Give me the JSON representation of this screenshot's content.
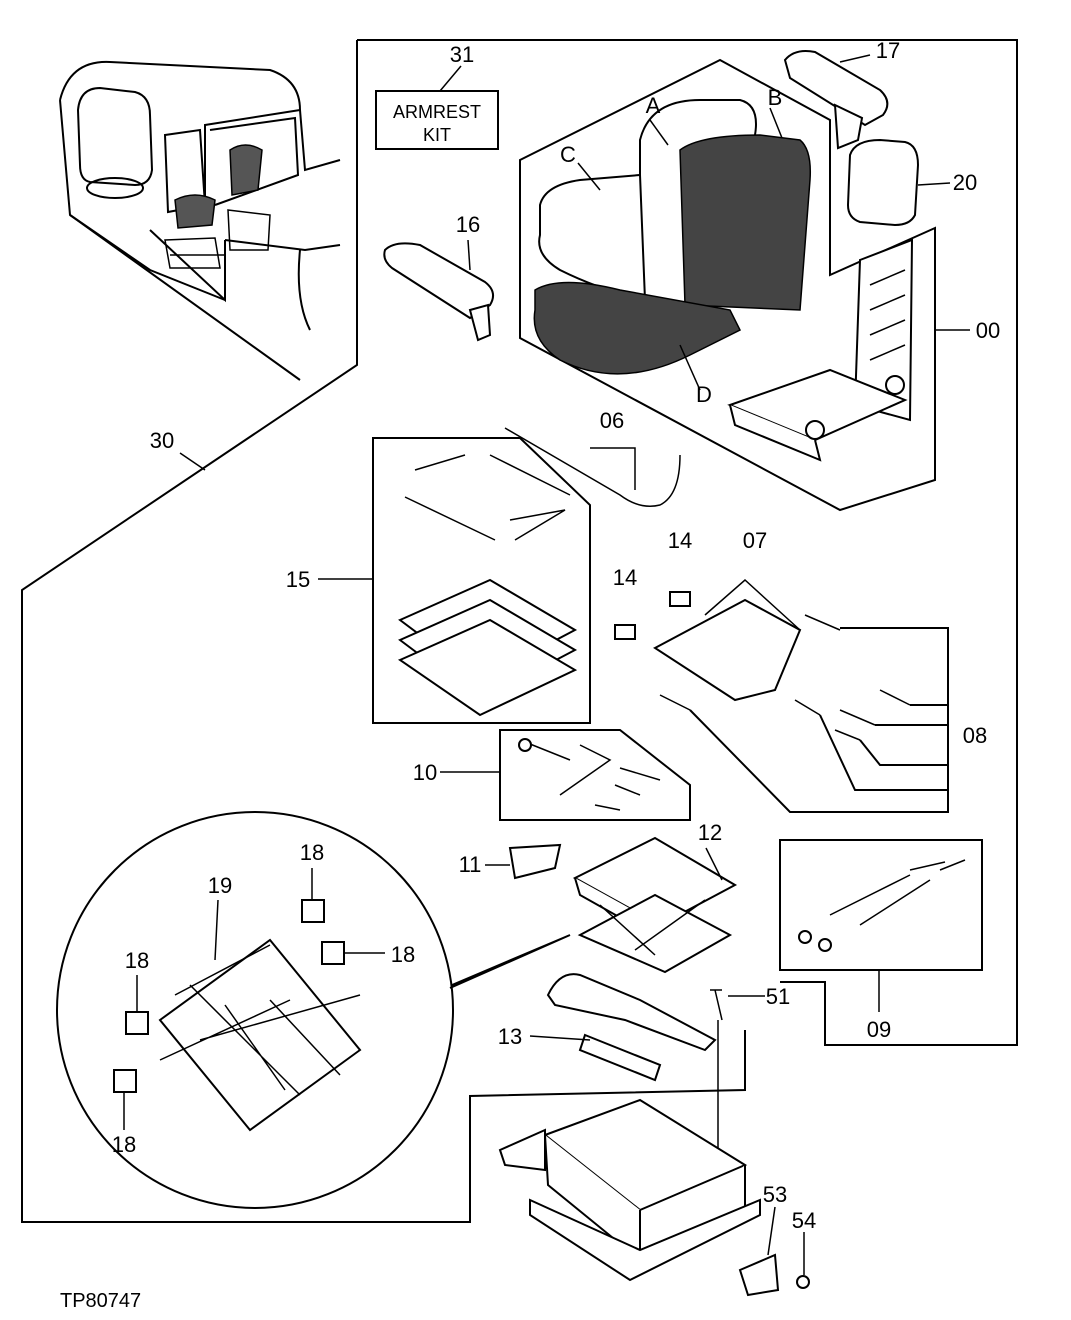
{
  "labels": {
    "kit_line1": "ARMREST",
    "kit_line2": "KIT",
    "n31": "31",
    "n17": "17",
    "n20": "20",
    "n16": "16",
    "n00": "00",
    "nA": "A",
    "nB": "B",
    "nC": "C",
    "nD": "D",
    "n30": "30",
    "n06": "06",
    "n14a": "14",
    "n14b": "14",
    "n07": "07",
    "n15": "15",
    "n08": "08",
    "n10": "10",
    "n12": "12",
    "n11": "11",
    "n18a": "18",
    "n18b": "18",
    "n18c": "18",
    "n18d": "18",
    "n19": "19",
    "n09": "09",
    "n51": "51",
    "n13": "13",
    "n53": "53",
    "n54": "54",
    "ref": "TP80747"
  }
}
